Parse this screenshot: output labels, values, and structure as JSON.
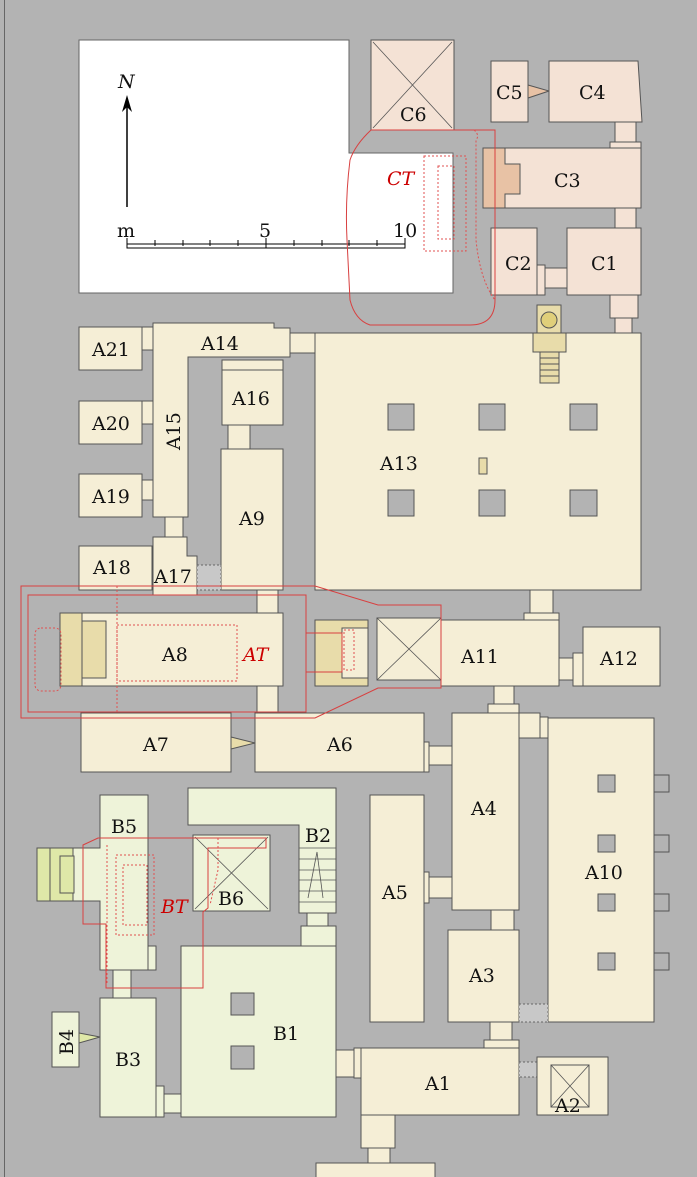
{
  "title": "Tomb complex plan",
  "colors": {
    "background": "#b3b3b3",
    "group_a": "#f5eed6",
    "group_b": "#eef3d9",
    "group_c": "#f4e2d5",
    "tomb_outline": "#d84040"
  },
  "legend": {
    "north": "N",
    "unit": "m",
    "tick_5": "5",
    "tick_10": "10"
  },
  "tombs": {
    "ct": "CT",
    "at": "AT",
    "bt": "BT"
  },
  "rooms": {
    "A1": "A1",
    "A2": "A2",
    "A3": "A3",
    "A4": "A4",
    "A5": "A5",
    "A6": "A6",
    "A7": "A7",
    "A8": "A8",
    "A9": "A9",
    "A10": "A10",
    "A11": "A11",
    "A12": "A12",
    "A13": "A13",
    "A14": "A14",
    "A15": "A15",
    "A16": "A16",
    "A17": "A17",
    "A18": "A18",
    "A19": "A19",
    "A20": "A20",
    "A21": "A21",
    "B1": "B1",
    "B2": "B2",
    "B3": "B3",
    "B4": "B4",
    "B5": "B5",
    "B6": "B6",
    "C1": "C1",
    "C2": "C2",
    "C3": "C3",
    "C4": "C4",
    "C5": "C5",
    "C6": "C6"
  }
}
